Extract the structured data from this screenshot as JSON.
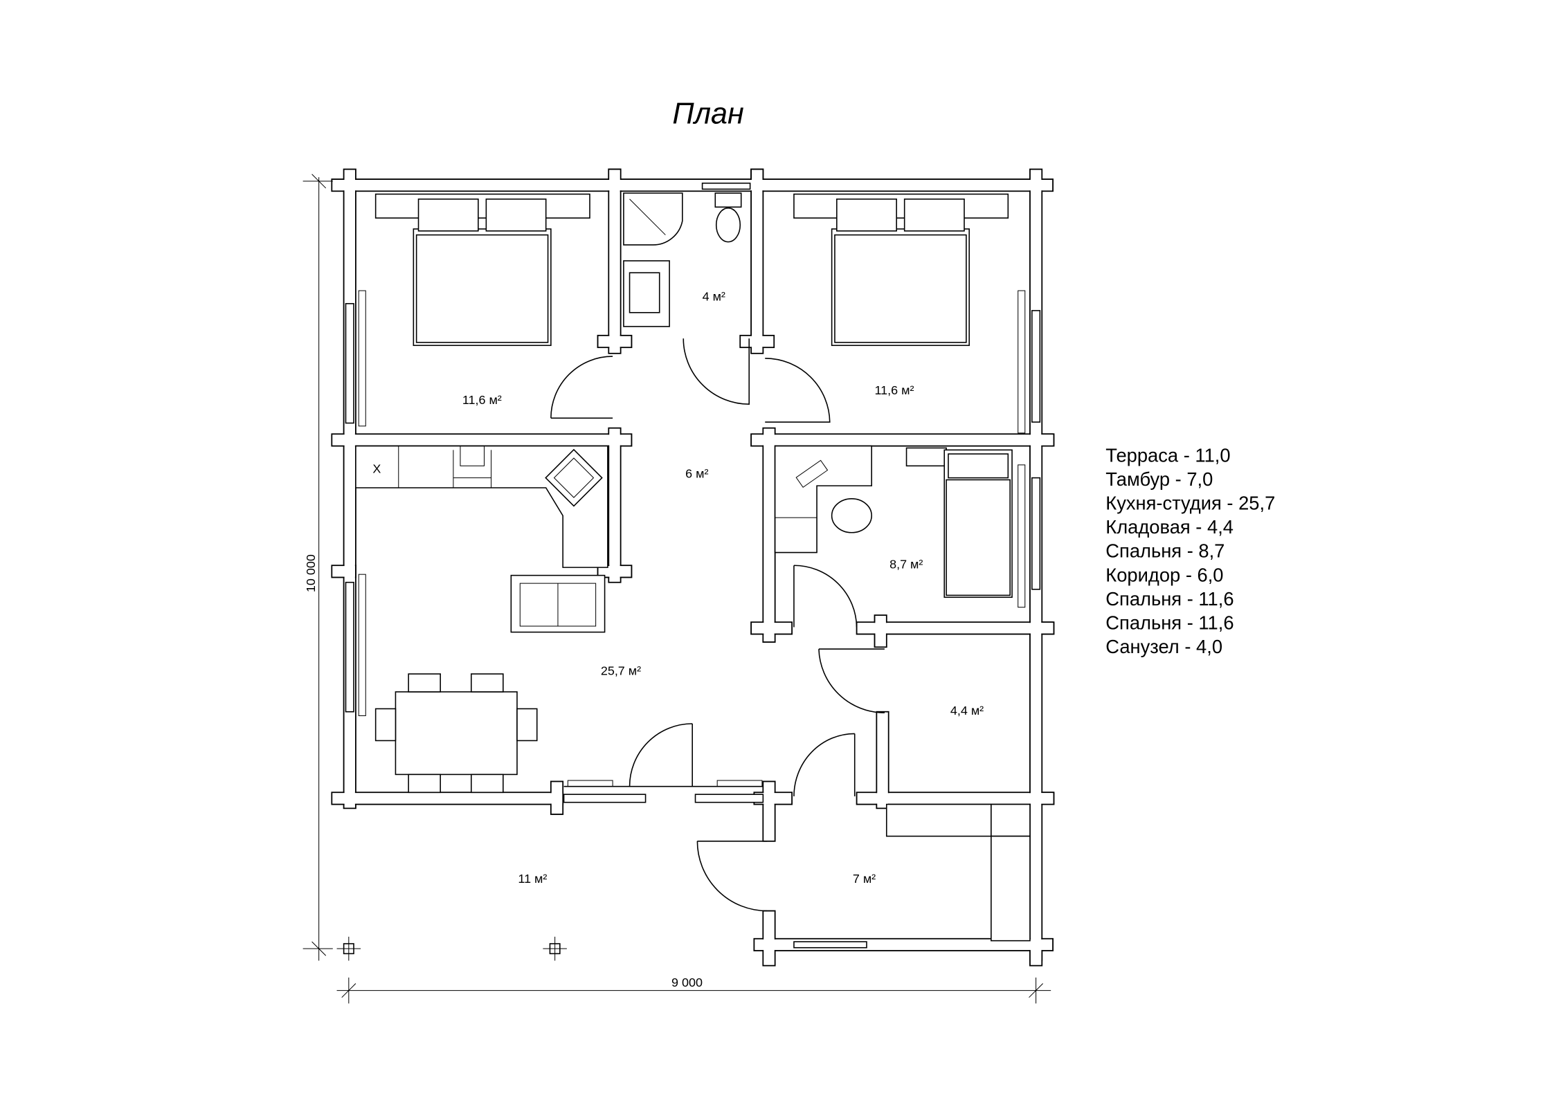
{
  "title": "План",
  "rooms": {
    "bedroom_left": "11,6 м²",
    "bathroom": "4 м²",
    "bedroom_right": "11,6 м²",
    "corridor": "6 м²",
    "bedroom_small": "8,7 м²",
    "kitchen_studio": "25,7 м²",
    "storage": "4,4 м²",
    "terrace": "11 м²",
    "vestibule": "7 м²"
  },
  "kitchen_mark": "X",
  "dimensions": {
    "height": "10 000",
    "width": "9 000"
  },
  "legend": [
    "Терраса - 11,0",
    "Тамбур - 7,0",
    "Кухня-студия - 25,7",
    "Кладовая - 4,4",
    "Спальня - 8,7",
    "Коридор - 6,0",
    "Спальня - 11,6",
    "Спальня - 11,6",
    "Санузел - 4,0"
  ]
}
